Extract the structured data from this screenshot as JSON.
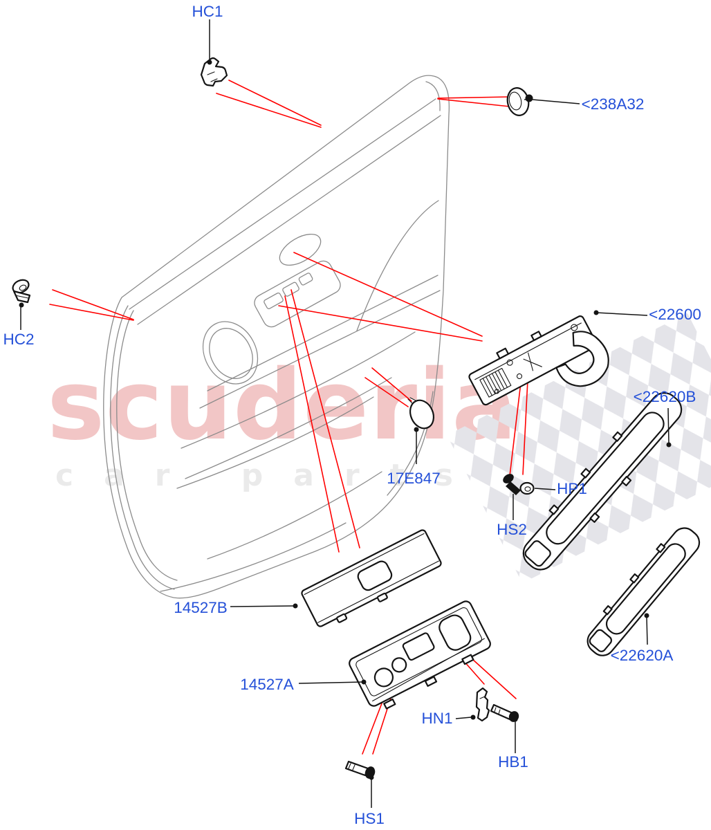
{
  "watermark": {
    "brand": "scuderia",
    "tagline": "car parts"
  },
  "part_labels": {
    "hc1": "HC1",
    "c238a32": "<238A32",
    "hc2": "HC2",
    "c22600": "<22600",
    "c22620b": "<22620B",
    "e17e847": "17E847",
    "hp1": "HP1",
    "hs2": "HS2",
    "p14527b": "14527B",
    "c22620a": "<22620A",
    "p14527a": "14527A",
    "hn1": "HN1",
    "hb1": "HB1",
    "hs1": "HS1"
  },
  "colors": {
    "label_blue": "#2450d8",
    "pointer_red": "#ff0000",
    "line_black": "#141414",
    "door_gray": "#8b8b8b",
    "watermark_pink": "#f2c6c6",
    "watermark_gray": "#eaeaea",
    "checker_gray": "#e4e4e9"
  }
}
